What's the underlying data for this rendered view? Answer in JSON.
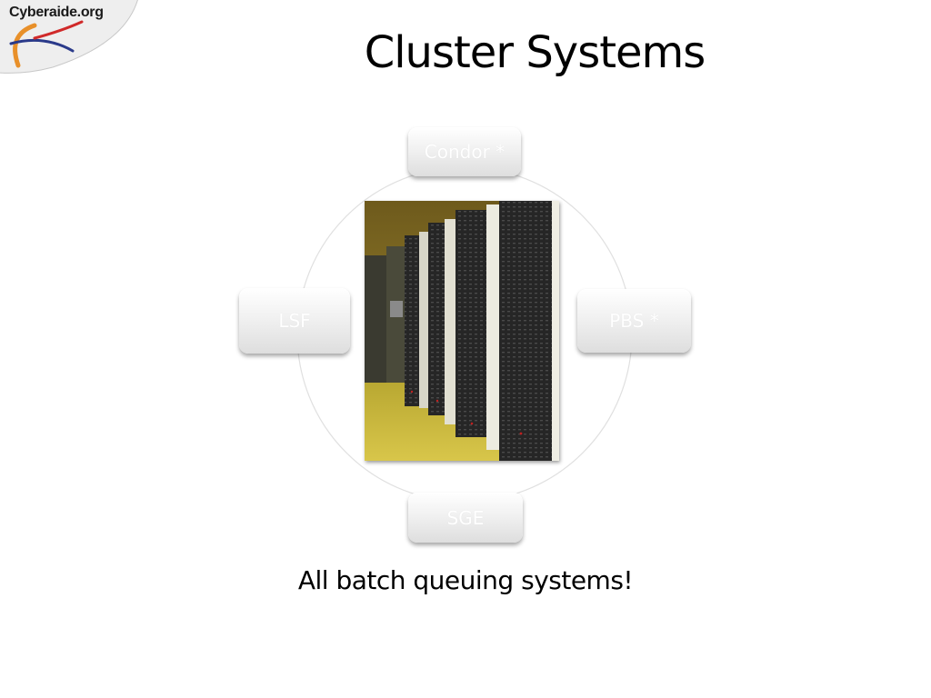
{
  "logo": {
    "text": "Cyberaide.org"
  },
  "title": "Cluster Systems",
  "cycle": {
    "nodes": {
      "top": "Condor *",
      "left": "LSF",
      "right": "PBS *",
      "bottom": "SGE"
    }
  },
  "caption": "All batch queuing systems!",
  "colors": {
    "node_text": "#ffffff",
    "node_top": "#ffffff",
    "node_bottom": "#dedede",
    "ring": "#e0e0e0",
    "photo_floor": "#c9b53a",
    "rack": "#2a2a2a"
  }
}
